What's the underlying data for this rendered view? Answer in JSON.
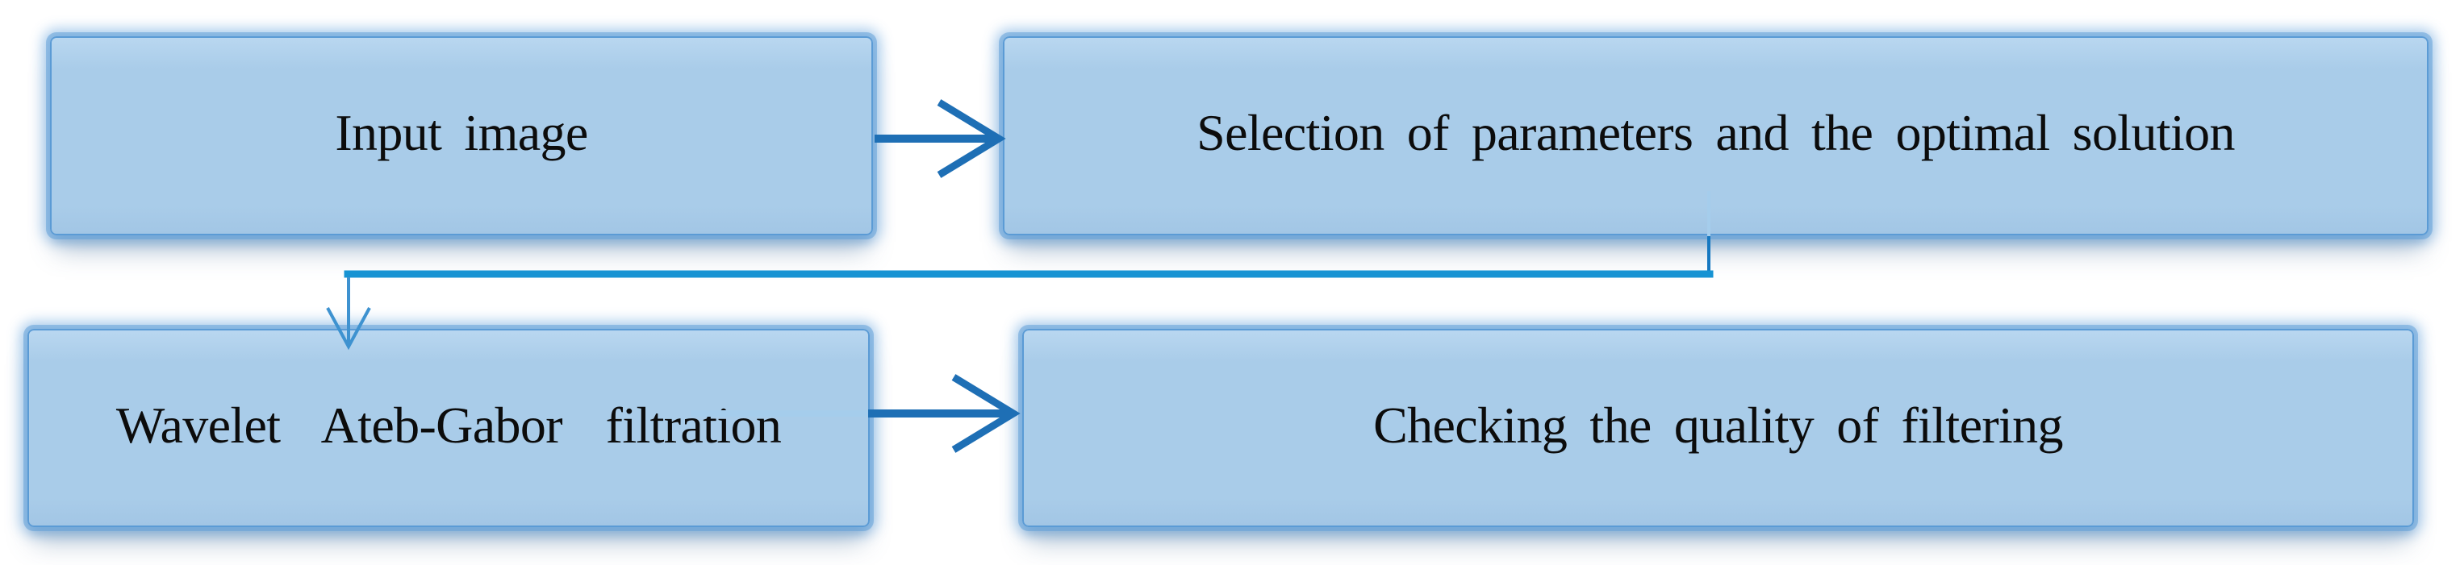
{
  "flowchart": {
    "background_color": "#ffffff",
    "nodes": [
      {
        "id": "input-image",
        "label": "Input image"
      },
      {
        "id": "selection-parameters",
        "label": "Selection of parameters and the optimal solution"
      },
      {
        "id": "wavelet-filtration",
        "label": "Wavelet Ateb-Gabor filtration"
      },
      {
        "id": "quality-check",
        "label": "Checking the quality of filtering"
      }
    ],
    "edges": [
      {
        "from": "input-image",
        "to": "selection-parameters",
        "type": "straight-right-arrow"
      },
      {
        "from": "selection-parameters",
        "to": "wavelet-filtration",
        "type": "elbow-down-arrow"
      },
      {
        "from": "wavelet-filtration",
        "to": "quality-check",
        "type": "straight-right-arrow"
      }
    ],
    "colors": {
      "box_fill": "#a9cce9",
      "box_fill_top": "#b9d7f0",
      "box_border": "#5b9bd5",
      "box_glow": "#8fbce5",
      "arrow_blue": "#1e6fb5",
      "elbow_blue": "#1793d3",
      "thin_right_blue": "#1678c1",
      "thin_left_blue": "#3e92d0",
      "overlap_faint_blue": "#a5cdec",
      "text": "#0c0c0c",
      "background": "#ffffff"
    }
  }
}
